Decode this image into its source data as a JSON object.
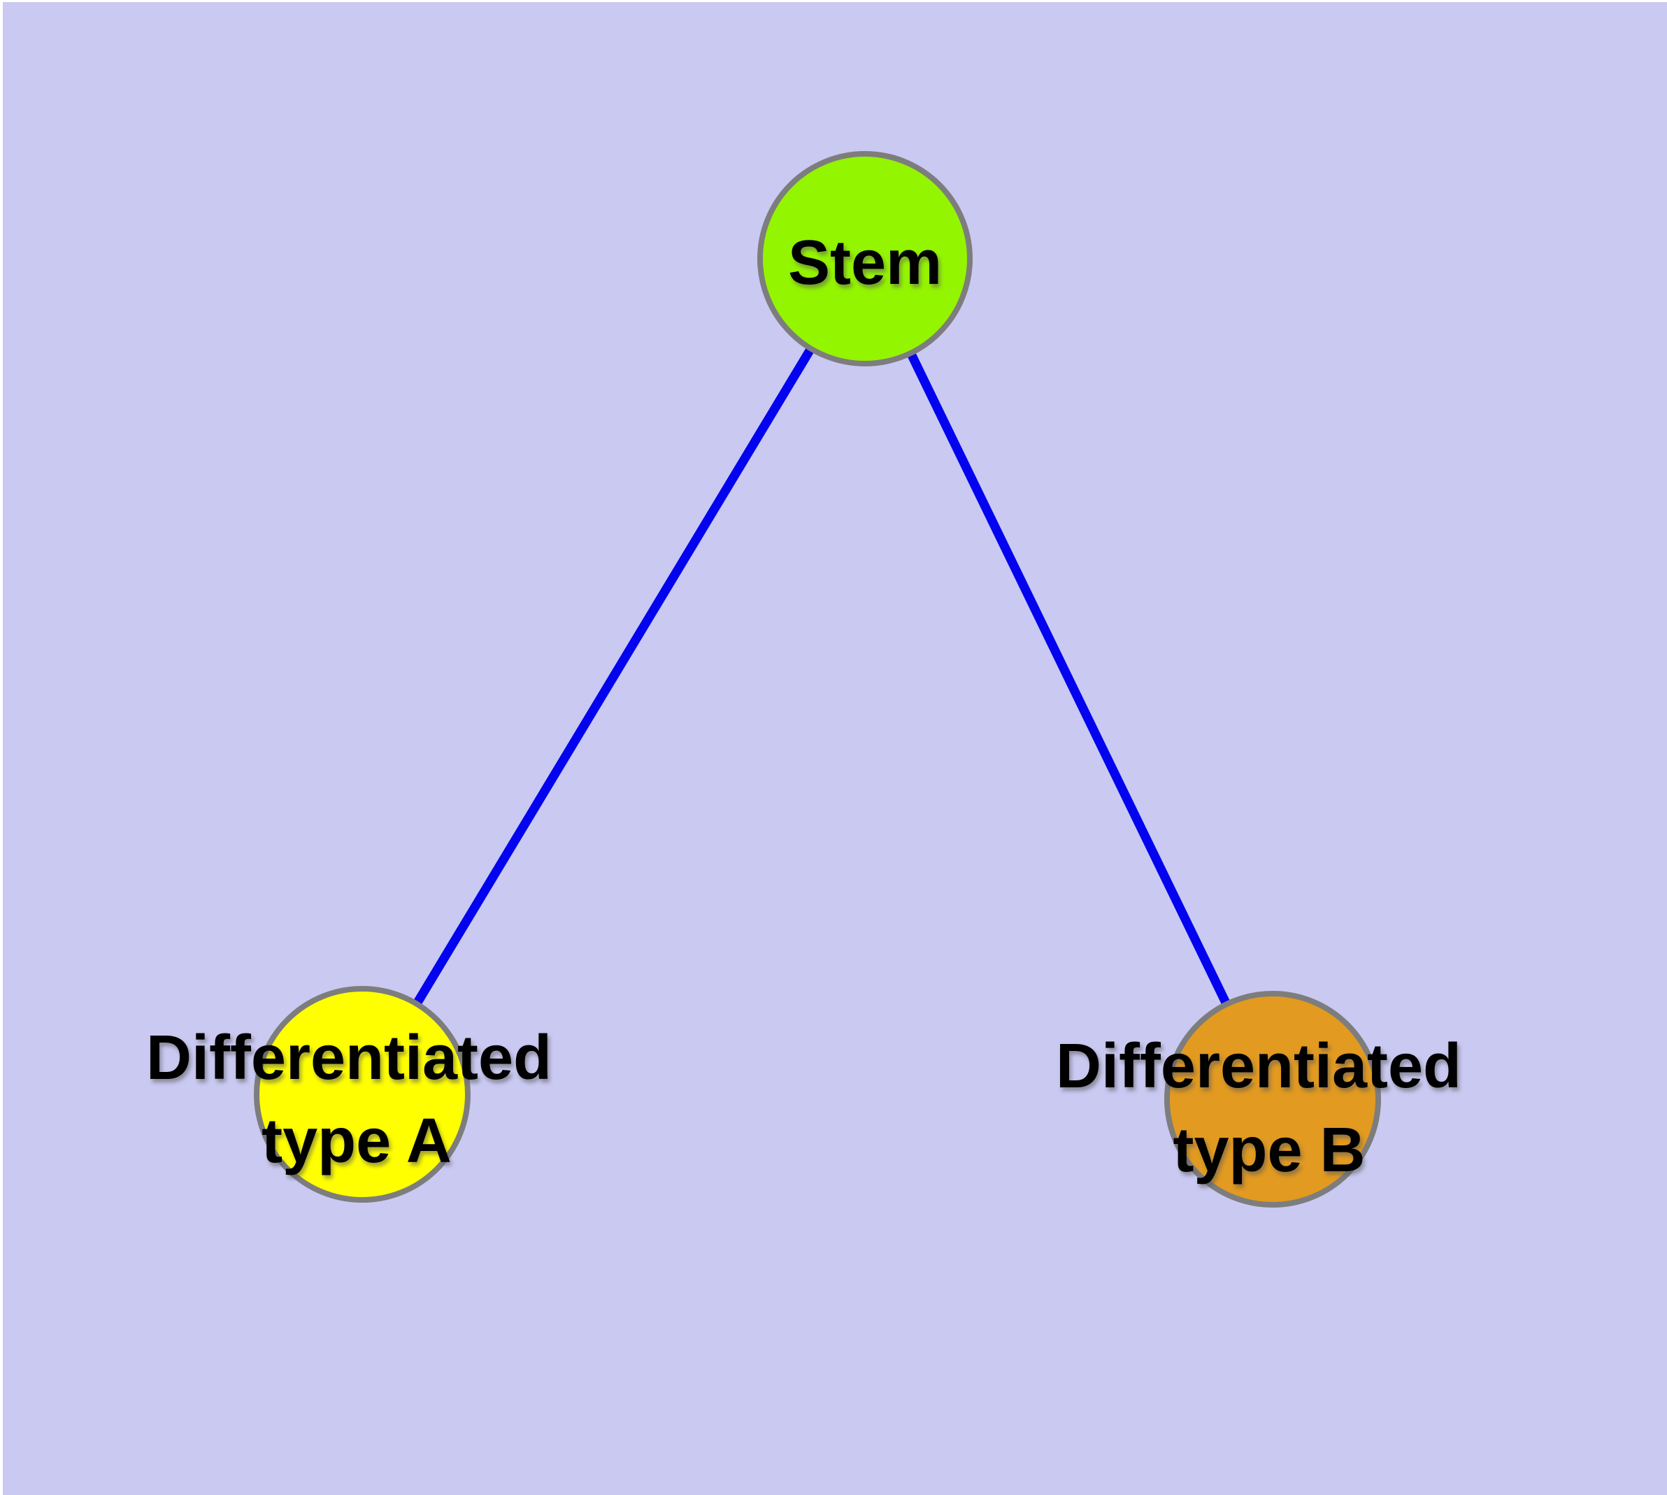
{
  "theme": {
    "page_background": "#FFFFFF",
    "canvas_background": "#C9C9F2",
    "edge_color": "#0303F0",
    "node_border_color": "#7D7D7D",
    "label_color": "#000000"
  },
  "diagram": {
    "type": "graph",
    "nodes": [
      {
        "id": "stem",
        "lines": [
          "Stem"
        ],
        "fill": "#94F500"
      },
      {
        "id": "differentiated-type-a",
        "lines": [
          "Differentiated",
          "type A"
        ],
        "fill": "#FFFF00"
      },
      {
        "id": "differentiated-type-b",
        "lines": [
          "Differentiated",
          "type B"
        ],
        "fill": "#E29A20"
      }
    ],
    "edges": [
      {
        "from": "stem",
        "to": "differentiated-type-a"
      },
      {
        "from": "stem",
        "to": "differentiated-type-b"
      }
    ]
  }
}
